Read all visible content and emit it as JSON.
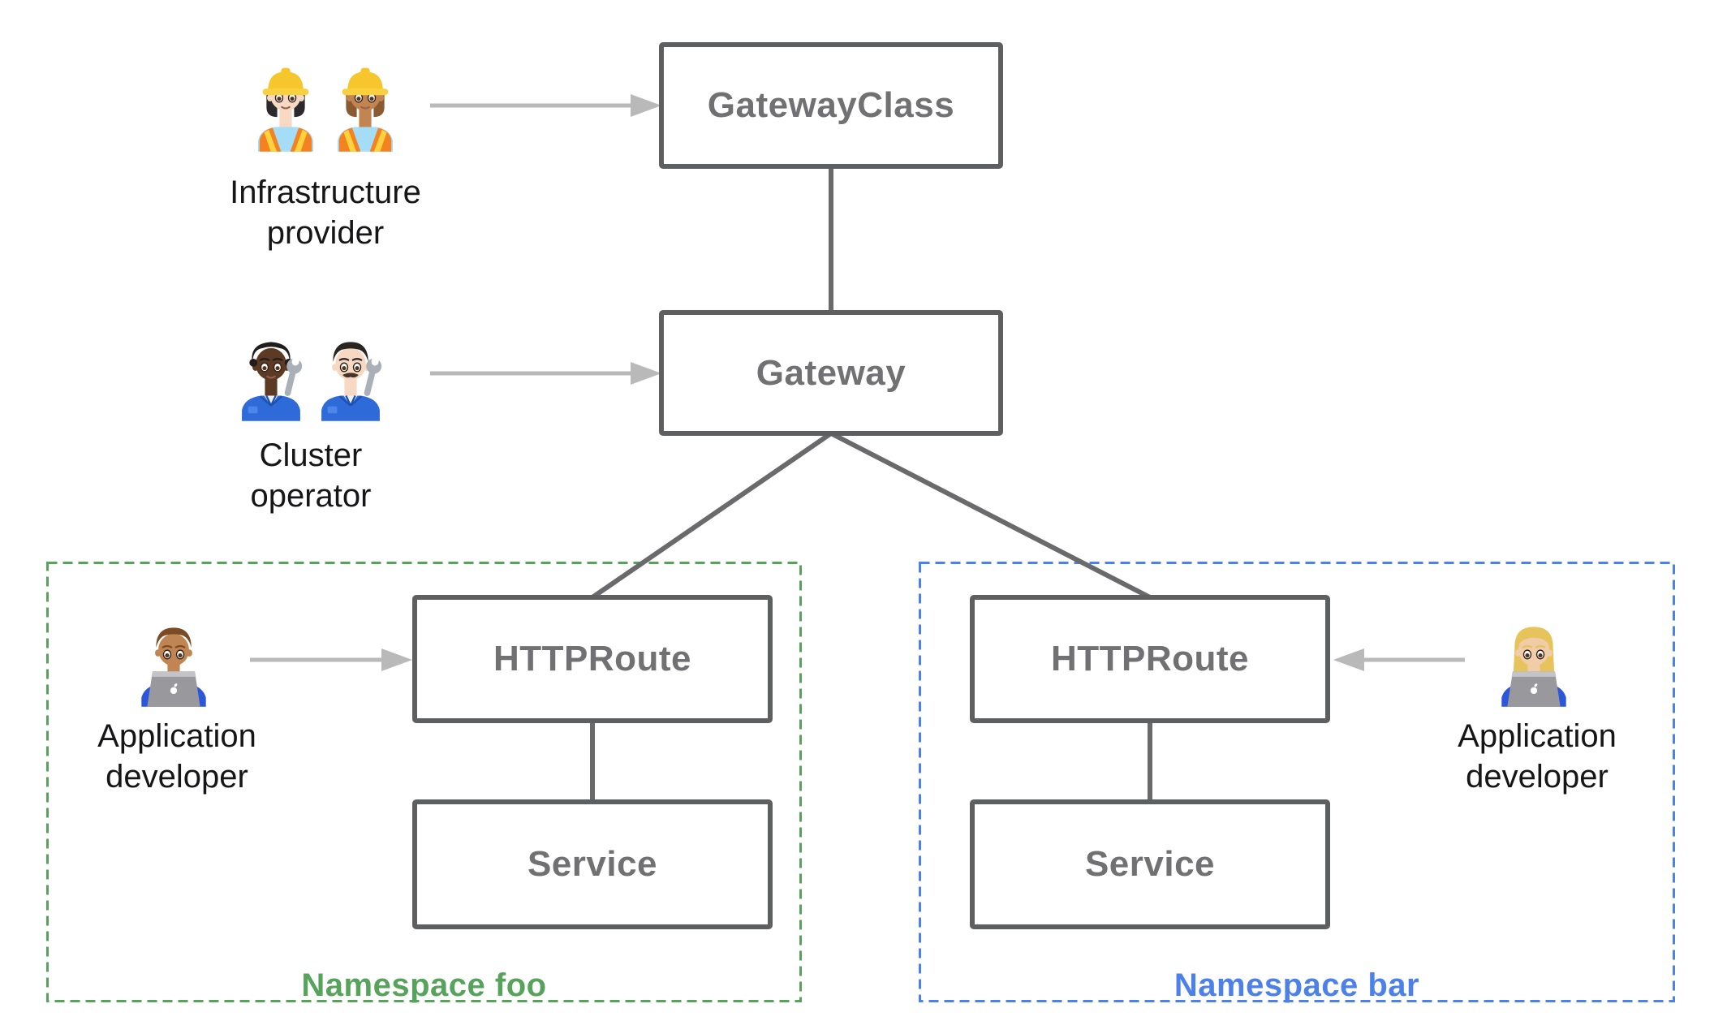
{
  "diagram": {
    "nodes": {
      "gateway_class": {
        "label": "GatewayClass"
      },
      "gateway": {
        "label": "Gateway"
      },
      "httproute_foo": {
        "label": "HTTPRoute"
      },
      "service_foo": {
        "label": "Service"
      },
      "httproute_bar": {
        "label": "HTTPRoute"
      },
      "service_bar": {
        "label": "Service"
      }
    },
    "namespaces": {
      "foo": {
        "label": "Namespace foo",
        "color": "#57a35c"
      },
      "bar": {
        "label": "Namespace bar",
        "color": "#4d81ea"
      }
    },
    "actors": {
      "infrastructure_provider": {
        "line1": "Infrastructure",
        "line2": "provider",
        "emojis": [
          "woman-construction-worker-light-skin-tone",
          "woman-construction-worker-medium-skin-tone"
        ]
      },
      "cluster_operator": {
        "line1": "Cluster",
        "line2": "operator",
        "emojis": [
          "mechanic-dark-skin-tone",
          "man-mechanic-light-skin-tone"
        ]
      },
      "application_developer_foo": {
        "line1": "Application",
        "line2": "developer",
        "emojis": [
          "man-technologist-medium-skin-tone"
        ]
      },
      "application_developer_bar": {
        "line1": "Application",
        "line2": "developer",
        "emojis": [
          "woman-technologist-medium-light-skin-tone"
        ]
      }
    },
    "personas": {
      "infra1": {
        "emoji": "woman-construction-worker-light-skin-tone",
        "role": "construction",
        "skin": "#f7d8c3",
        "hair": "#2c2a2c"
      },
      "infra2": {
        "emoji": "woman-construction-worker-medium-skin-tone",
        "role": "construction",
        "skin": "#c3854f",
        "hair": "#8a5a33"
      },
      "op1": {
        "emoji": "mechanic-dark-skin-tone",
        "role": "mechanic",
        "skin": "#5d3a24",
        "hair": "#221d1b",
        "curly": true
      },
      "op2": {
        "emoji": "man-mechanic-light-skin-tone",
        "role": "mechanic",
        "skin": "#f7d8c3",
        "hair": "#2b2522",
        "mustache": true
      },
      "dev1": {
        "emoji": "man-technologist-medium-skin-tone",
        "role": "technologist",
        "skin": "#c08552",
        "hair": "#7b4b26"
      },
      "dev2": {
        "emoji": "woman-technologist-medium-light-skin-tone",
        "role": "technologist",
        "skin": "#f0cda8",
        "hair": "#e7c35b",
        "longhair": true
      }
    },
    "colors": {
      "background": "#ffffff",
      "box_border": "#5e5f61",
      "box_text": "#717173",
      "connector_line": "#6a6a6c",
      "arrow": "#b9b9b9",
      "namespace_foo_green": "#57a35c",
      "namespace_bar_blue": "#4d81ea",
      "actor_text": "#161618"
    }
  }
}
